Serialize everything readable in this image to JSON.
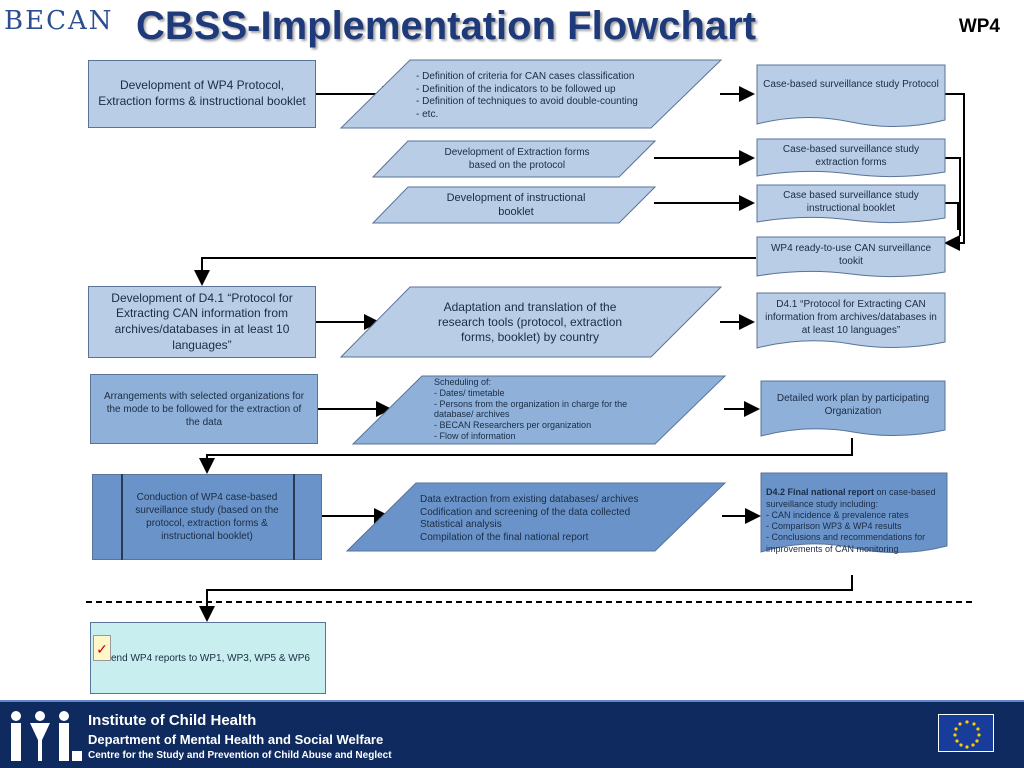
{
  "header": {
    "logo_text": "BECAN",
    "title": "CBSS-Implementation Flowchart",
    "wp_tag": "WP4"
  },
  "row1": {
    "left": "Development of WP4 Protocol, Extraction forms & instructional booklet",
    "mid": "- Definition of criteria for CAN cases classification\n- Definition of the indicators to be followed up\n- Definition of techniques to avoid double-counting\n- etc.",
    "right": "Case-based surveillance study Protocol"
  },
  "row1b": {
    "mid": "Development of Extraction forms based on the protocol",
    "right": "Case-based surveillance study extraction forms"
  },
  "row1c": {
    "mid": "Development of instructional booklet",
    "right": "Case based surveillance study instructional booklet"
  },
  "toolkit": "WP4 ready-to-use CAN surveillance tookit",
  "row2": {
    "left": "Development of D4.1 “Protocol for Extracting CAN information from archives/databases in at least 10 languages”",
    "mid": "Adaptation and translation of the research tools (protocol, extraction forms, booklet) by country",
    "right": "D4.1 “Protocol for Extracting CAN information from archives/databases in at least 10 languages”"
  },
  "row3": {
    "left": "Arrangements with selected organizations for the mode to be followed for the extraction of the data",
    "mid": "Scheduling of:\n- Dates/ timetable\n- Persons from the organization in charge for the database/ archives\n- BECAN Researchers per organization\n- Flow of information",
    "right": "Detailed work plan by participating Organization"
  },
  "row4": {
    "left": "Conduction of WP4 case-based surveillance study (based on the protocol, extraction forms & instructional booklet)",
    "mid": "Data extraction from existing databases/ archives\nCodification and screening of the data collected\nStatistical analysis\nCompilation of the final national report",
    "right_bold": "D4.2 Final national report",
    "right": " on case-based surveillance study including:\n- CAN incidence & prevalence rates\n- Comparison WP3 & WP4 results\n- Conclusions and recommendations for improvements of CAN monitoring"
  },
  "row5": {
    "box": "end WP4 reports to WP1, WP3, WP5 & WP6"
  },
  "footer": {
    "line1": "Institute of Child Health",
    "line2": "Department of Mental Health and Social Welfare",
    "line3": "Centre for the Study and Prevention of Child Abuse and Neglect"
  },
  "colors": {
    "light_box": "#b9cde6",
    "mid_box": "#8fb0d8",
    "dark_box": "#6a94c9",
    "final_box": "#c9eef0",
    "title": "#1f3a7a",
    "footer": "#0e2a5e"
  }
}
